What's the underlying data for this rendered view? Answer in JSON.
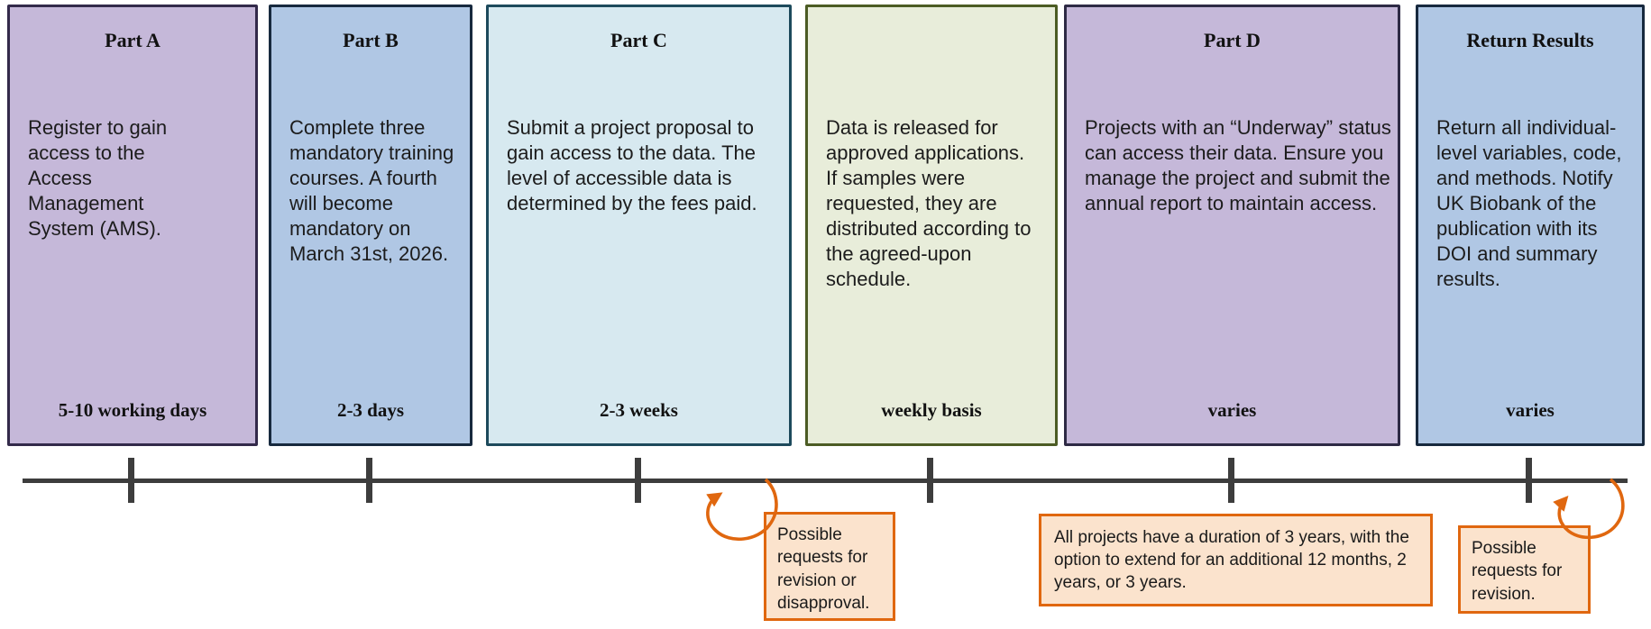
{
  "stages": [
    {
      "title": "Part A",
      "body": "Register to gain access to the Access Management System (AMS).",
      "duration": "5-10 working days",
      "fill": "#c5b8d9",
      "border": "#332a4a"
    },
    {
      "title": "Part B",
      "body": "Complete three mandatory training courses. A fourth will become mandatory on March 31st, 2026.",
      "duration": "2-3 days",
      "fill": "#b0c7e4",
      "border": "#17293e"
    },
    {
      "title": "Part C",
      "body": "Submit a project proposal to gain access to the data. The level of accessible data is determined by the fees paid.",
      "duration": "2-3 weeks",
      "fill": "#d7e9f0",
      "border": "#1d4a5c"
    },
    {
      "title": "",
      "body": "Data is released for approved applications. If samples were requested, they are distributed according to the agreed-upon schedule.",
      "duration": "weekly basis",
      "fill": "#e8edda",
      "border": "#4c5c24"
    },
    {
      "title": "Part D",
      "body": "Projects with an “Underway” status can access their data. Ensure you manage the project and submit the annual report to maintain access.",
      "duration": "varies",
      "fill": "#c5b8d9",
      "border": "#2e2a45"
    },
    {
      "title": "Return Results",
      "body": "Return all individual-level variables, code, and methods. Notify UK Biobank of the publication with its DOI and summary results.",
      "duration": "varies",
      "fill": "#b0c7e4",
      "border": "#17293e"
    }
  ],
  "annotations": [
    {
      "text": "Possible requests for revision or disapproval."
    },
    {
      "text": "All projects have a duration of 3 years, with the option to extend for an additional 12 months, 2 years, or 3 years."
    },
    {
      "text": "Possible requests for revision."
    }
  ],
  "palette": {
    "accent_orange": "#e0670f",
    "note_fill": "#fbe3cd",
    "timeline_gray": "#3d3d3d"
  }
}
